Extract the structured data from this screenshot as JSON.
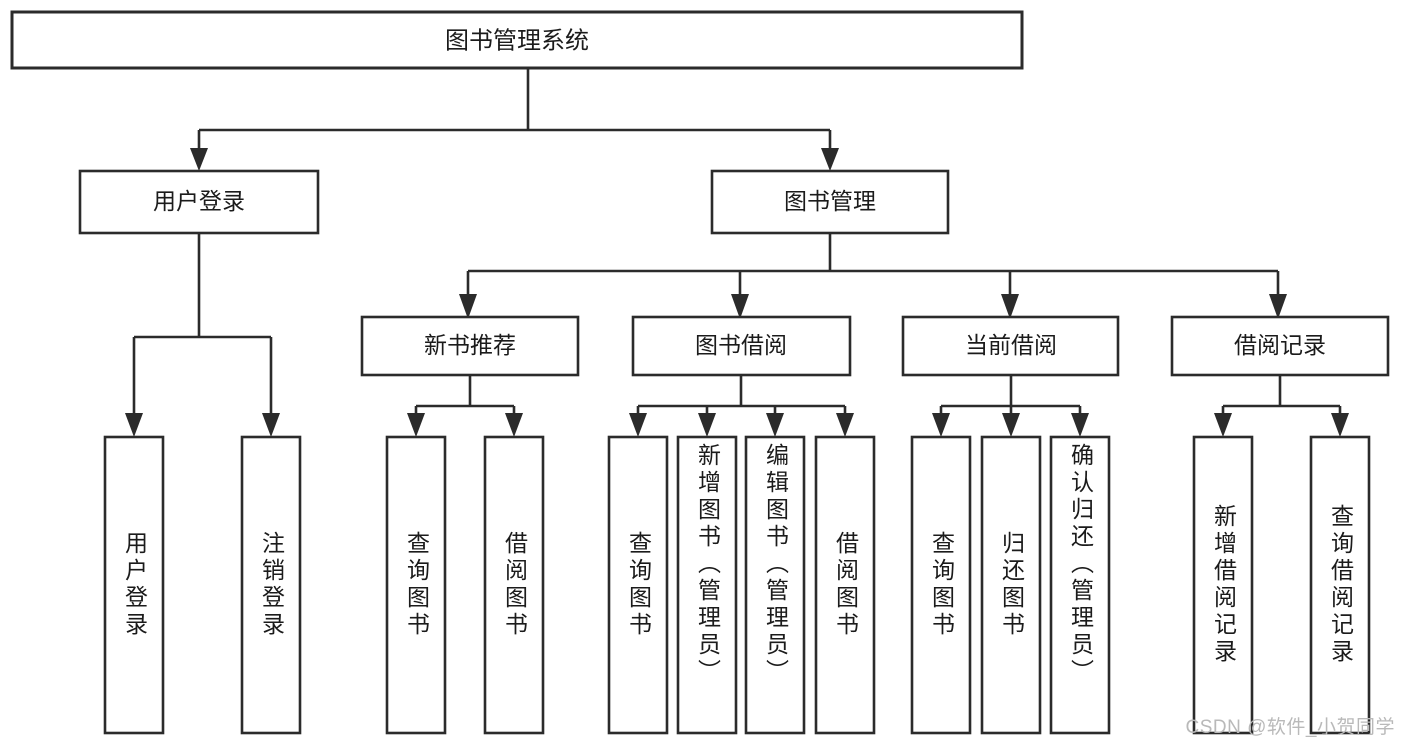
{
  "diagram": {
    "title": "图书管理系统",
    "type": "功能结构图",
    "colors": {
      "stroke": "#2b2b2b",
      "fill": "#ffffff",
      "text": "#1b1b1b",
      "watermark": "#b9b9b9",
      "background": "#ffffff"
    },
    "root": {
      "label": "图书管理系统"
    },
    "level2": [
      {
        "label": "用户登录"
      },
      {
        "label": "图书管理"
      }
    ],
    "level3": [
      {
        "label": "新书推荐"
      },
      {
        "label": "图书借阅"
      },
      {
        "label": "当前借阅"
      },
      {
        "label": "借阅记录"
      }
    ],
    "leaves": {
      "user_login": [
        {
          "label": "用户登录"
        },
        {
          "label": "注销登录"
        }
      ],
      "new_book_recommend": [
        {
          "label": "查询图书"
        },
        {
          "label": "借阅图书"
        }
      ],
      "book_borrow": [
        {
          "label": "查询图书"
        },
        {
          "label": "新增图书（管理员）"
        },
        {
          "label": "编辑图书（管理员）"
        },
        {
          "label": "借阅图书"
        }
      ],
      "current_borrow": [
        {
          "label": "查询图书"
        },
        {
          "label": "归还图书"
        },
        {
          "label": "确认归还（管理员）"
        }
      ],
      "borrow_record": [
        {
          "label": "新增借阅记录"
        },
        {
          "label": "查询借阅记录"
        }
      ]
    },
    "watermark": "CSDN @软件_小贺同学"
  }
}
